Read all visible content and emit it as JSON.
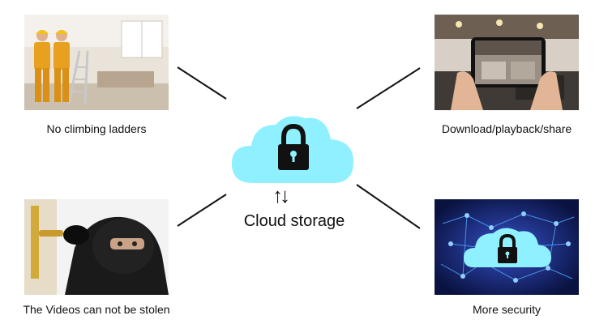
{
  "panels": {
    "top_left": {
      "caption": "No climbing ladders",
      "image": "workers-with-ladder-photo"
    },
    "top_right": {
      "caption": "Download/playback/share",
      "image": "phone-playback-photo"
    },
    "bottom_left": {
      "caption": "The Videos can not be stolen",
      "image": "masked-thief-photo"
    },
    "bottom_right": {
      "caption": "More security",
      "image": "network-cloud-lock-photo"
    }
  },
  "center": {
    "label": "Cloud storage",
    "sync_symbol": "↑↓",
    "icon": "cloud-lock-icon"
  },
  "colors": {
    "cloud_fill": "#8ff0ff",
    "lock": "#111111",
    "line": "#111111",
    "network_bg": "#0a1240",
    "network_glow": "#4da6ff"
  }
}
